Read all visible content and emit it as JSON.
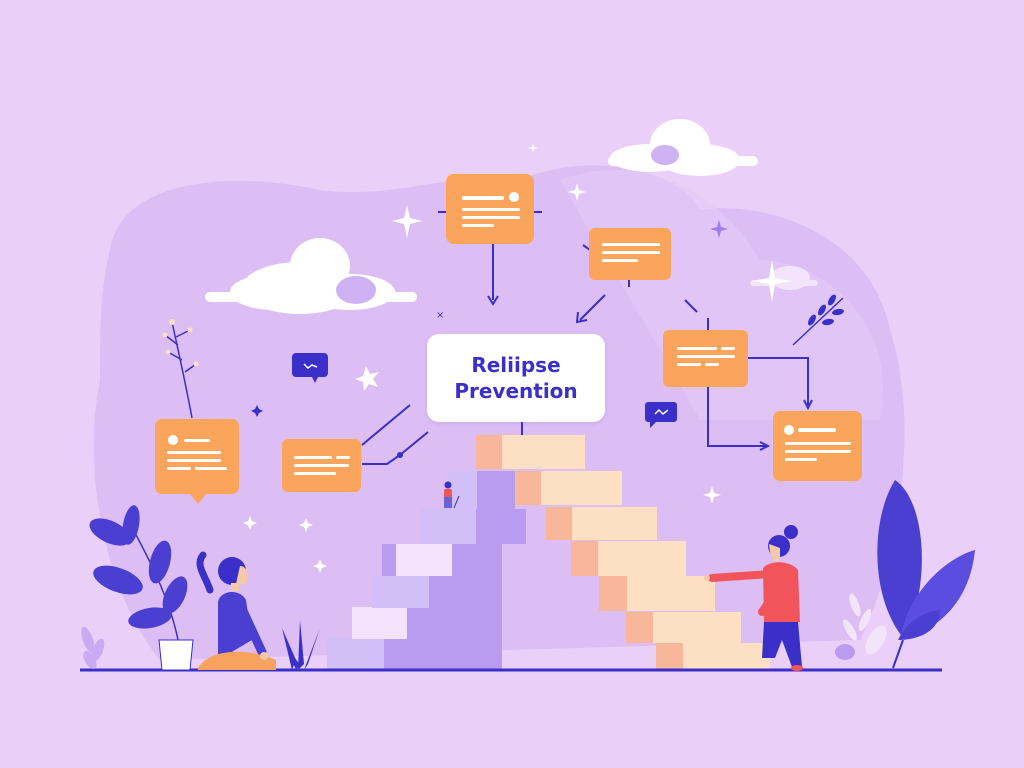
{
  "illustration": {
    "title_line1": "Reliipse",
    "title_line2": "Prevention",
    "colors": {
      "background": "#ead0f8",
      "blob": "#dcbef4",
      "card": "#fba45c",
      "accent_blue": "#3b2fc9",
      "stair_peach": "#fde0c4",
      "stair_salmon": "#f8b69a",
      "stair_lavender": "#b99cf0",
      "shirt_red": "#f2545b",
      "cloud": "#ffffff"
    },
    "elements": [
      "clouds",
      "note-cards",
      "connector-arrows",
      "chat-bubbles",
      "sparkles",
      "staircase",
      "person-sitting",
      "person-climbing",
      "small-figure-on-stairs",
      "potted-plant",
      "leaf-plants",
      "ground-line"
    ]
  }
}
